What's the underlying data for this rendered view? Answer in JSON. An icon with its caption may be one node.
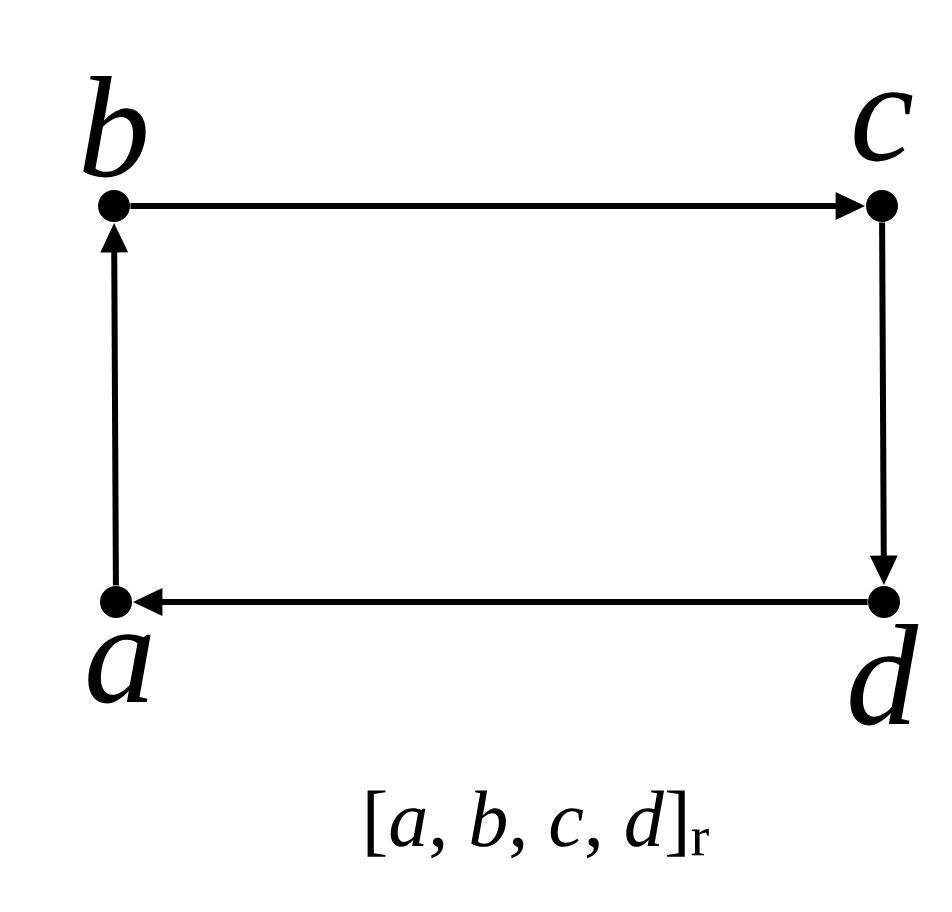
{
  "diagram": {
    "caption": "[*a*, *b*, *c*, *d*]$_{r}$",
    "nodes": [
      {
        "text": [],
        "shape": "circle",
        "beside": [
          "b"
        ]
      },
      {
        "text": [],
        "shape": "circle",
        "beside": [
          "c"
        ]
      },
      {
        "text": [],
        "shape": "circle",
        "beside": [
          "a"
        ]
      },
      {
        "text": [],
        "shape": "circle",
        "beside": [
          "d"
        ]
      }
    ],
    "edges": [
      {
        "from": 2,
        "to": 0,
        "arrow": "to"
      },
      {
        "from": 0,
        "to": 1,
        "arrow": "to"
      },
      {
        "from": 1,
        "to": 3,
        "arrow": "to"
      },
      {
        "from": 3,
        "to": 2,
        "arrow": "to"
      }
    ]
  }
}
